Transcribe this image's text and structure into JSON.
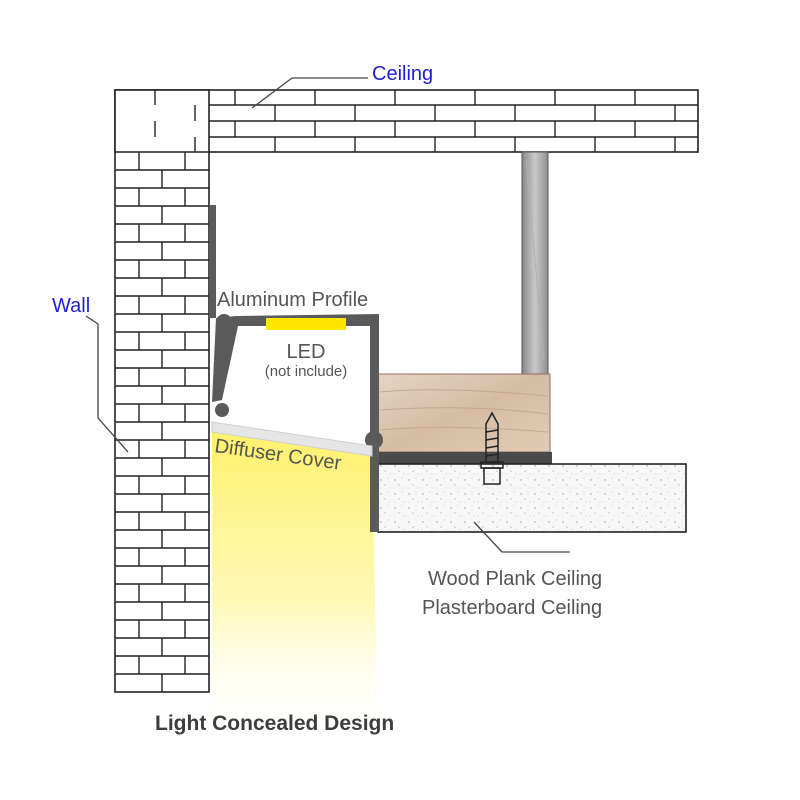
{
  "labels": {
    "ceiling": "Ceiling",
    "wall": "Wall",
    "aluminum_profile": "Aluminum Profile",
    "led": "LED",
    "led_note": "(not include)",
    "diffuser_cover": "Diffuser Cover",
    "wood_plank_ceiling": "Wood Plank Ceiling",
    "plasterboard_ceiling": "Plasterboard Ceiling",
    "title": "Light Concealed Design"
  },
  "colors": {
    "label_blue": "#1f1fd6",
    "label_gray": "#555555",
    "profile_gray": "#5a5a5a",
    "led_yellow": "#ffe600",
    "light_glow": "#fff27a",
    "wood": "#dcc3ad"
  }
}
